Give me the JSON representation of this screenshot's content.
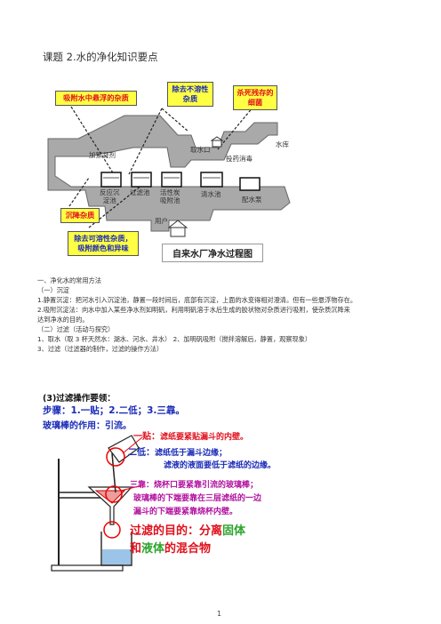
{
  "title": "课题 2.水的净化知识要点",
  "diagram": {
    "labels": {
      "adsorb_suspended": "吸附水中悬浮的杂质",
      "remove_insoluble_1": "除去不溶性",
      "remove_insoluble_2": "杂质",
      "kill_1": "杀死残存的",
      "kill_2": "细菌",
      "sediment": "沉降杂质",
      "remove_soluble_1": "除去可溶性杂质，",
      "remove_soluble_2": "吸附颜色和异味",
      "plant_title": "自来水厂净水过程图"
    },
    "stations": {
      "reservoir": "水库",
      "intake": "取水口",
      "disinfect": "投药消毒",
      "coagulant": "加絮凝剂",
      "sedimentation_1": "反应沉",
      "sedimentation_2": "淀池",
      "filter": "过滤池",
      "carbon_1": "活性炭",
      "carbon_2": "吸附池",
      "clean_pool": "清水池",
      "distribution": "配水泵",
      "user": "用户"
    }
  },
  "body": {
    "h1": "一、净化水的常用方法",
    "h1a": "（一）沉淀",
    "p1": "1.静置沉淀：把河水引入沉淀池，静置一段时间后，底部有沉淀，上面的水变得相对澄清。但有一些悬浮物存在。",
    "p2a": "2.吸附沉淀法：向水中加入某些净水剂如明矾，利用明矾溶于水后生成的胶状物对杂质进行吸附，使杂质沉降来",
    "p2b": "达到净水的目的。",
    "h2": "（二）过滤（活动与探究）",
    "p3": "1、取水（取 3 杯天然水：湖水、河水、井水）   2、加明矾吸附（搅拌溶解后，静置，观察现象）",
    "p4": "3、过滤（过滤器的制作，过滤的操作方法）"
  },
  "filtration": {
    "heading": "(3)过滤操作要领：",
    "steps_label": "步骤：",
    "steps": "1.一贴；2.二低；3.三靠。",
    "rod_label": "玻璃棒的作用：",
    "rod_use": "引流。",
    "one_label": "一贴：",
    "one_text": "滤纸要紧贴漏斗的内壁。",
    "two_label": "二低：",
    "two_a": "滤纸低于漏斗边缘；",
    "two_b": "滤液的液面要低于滤纸的边缘。",
    "three_a": "三靠：烧杯口要紧靠引流的玻璃棒；",
    "three_b": "玻璃棒的下端要靠在三层滤纸的一边",
    "three_c": "漏斗的下端要紧靠烧杯内壁。",
    "purpose_a": "过滤的目的：分离",
    "purpose_solid": "固体",
    "purpose_and": "和",
    "purpose_liquid": "液体",
    "purpose_end": "的混合物"
  },
  "page_number": "1"
}
